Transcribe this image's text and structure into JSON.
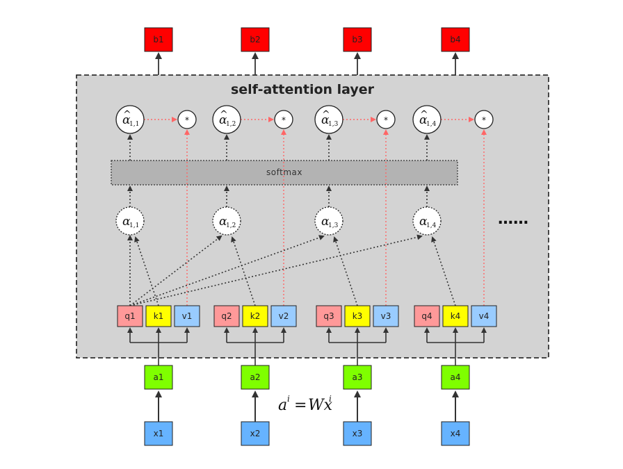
{
  "layer": {
    "title": "self-attention layer",
    "softmax_label": "softmax"
  },
  "colors": {
    "output": "#ff0000",
    "input_a": "#7fff00",
    "input_x": "#66b3ff",
    "query": "#ff9999",
    "key": "#ffff00",
    "value": "#99ccff",
    "layer_bg": "#d3d3d3",
    "softmax_bg": "#b3b3b3",
    "red_arrow": "#ff6666",
    "black_arrow": "#333333"
  },
  "columns": [
    {
      "output": "b1",
      "a": "a1",
      "x": "x1",
      "q": "q1",
      "k": "k1",
      "v": "v1",
      "alpha_sub": "1,1",
      "alpha_hat_sub": "1,1",
      "mult": "*"
    },
    {
      "output": "b2",
      "a": "a2",
      "x": "x2",
      "q": "q2",
      "k": "k2",
      "v": "v2",
      "alpha_sub": "1,2",
      "alpha_hat_sub": "1,2",
      "mult": "*"
    },
    {
      "output": "b3",
      "a": "a3",
      "x": "x3",
      "q": "q3",
      "k": "k3",
      "v": "v3",
      "alpha_sub": "1,3",
      "alpha_hat_sub": "1,3",
      "mult": "*"
    },
    {
      "output": "b4",
      "a": "a4",
      "x": "x4",
      "q": "q4",
      "k": "k4",
      "v": "v4",
      "alpha_sub": "1,4",
      "alpha_hat_sub": "1,4",
      "mult": "*"
    }
  ],
  "symbols": {
    "alpha": "α",
    "hat": "^",
    "ellipsis": "……"
  },
  "formula": {
    "lhs": "a",
    "lhs_sup": "i",
    "eq": "=",
    "rhs": "Wx",
    "rhs_sup": "i"
  }
}
